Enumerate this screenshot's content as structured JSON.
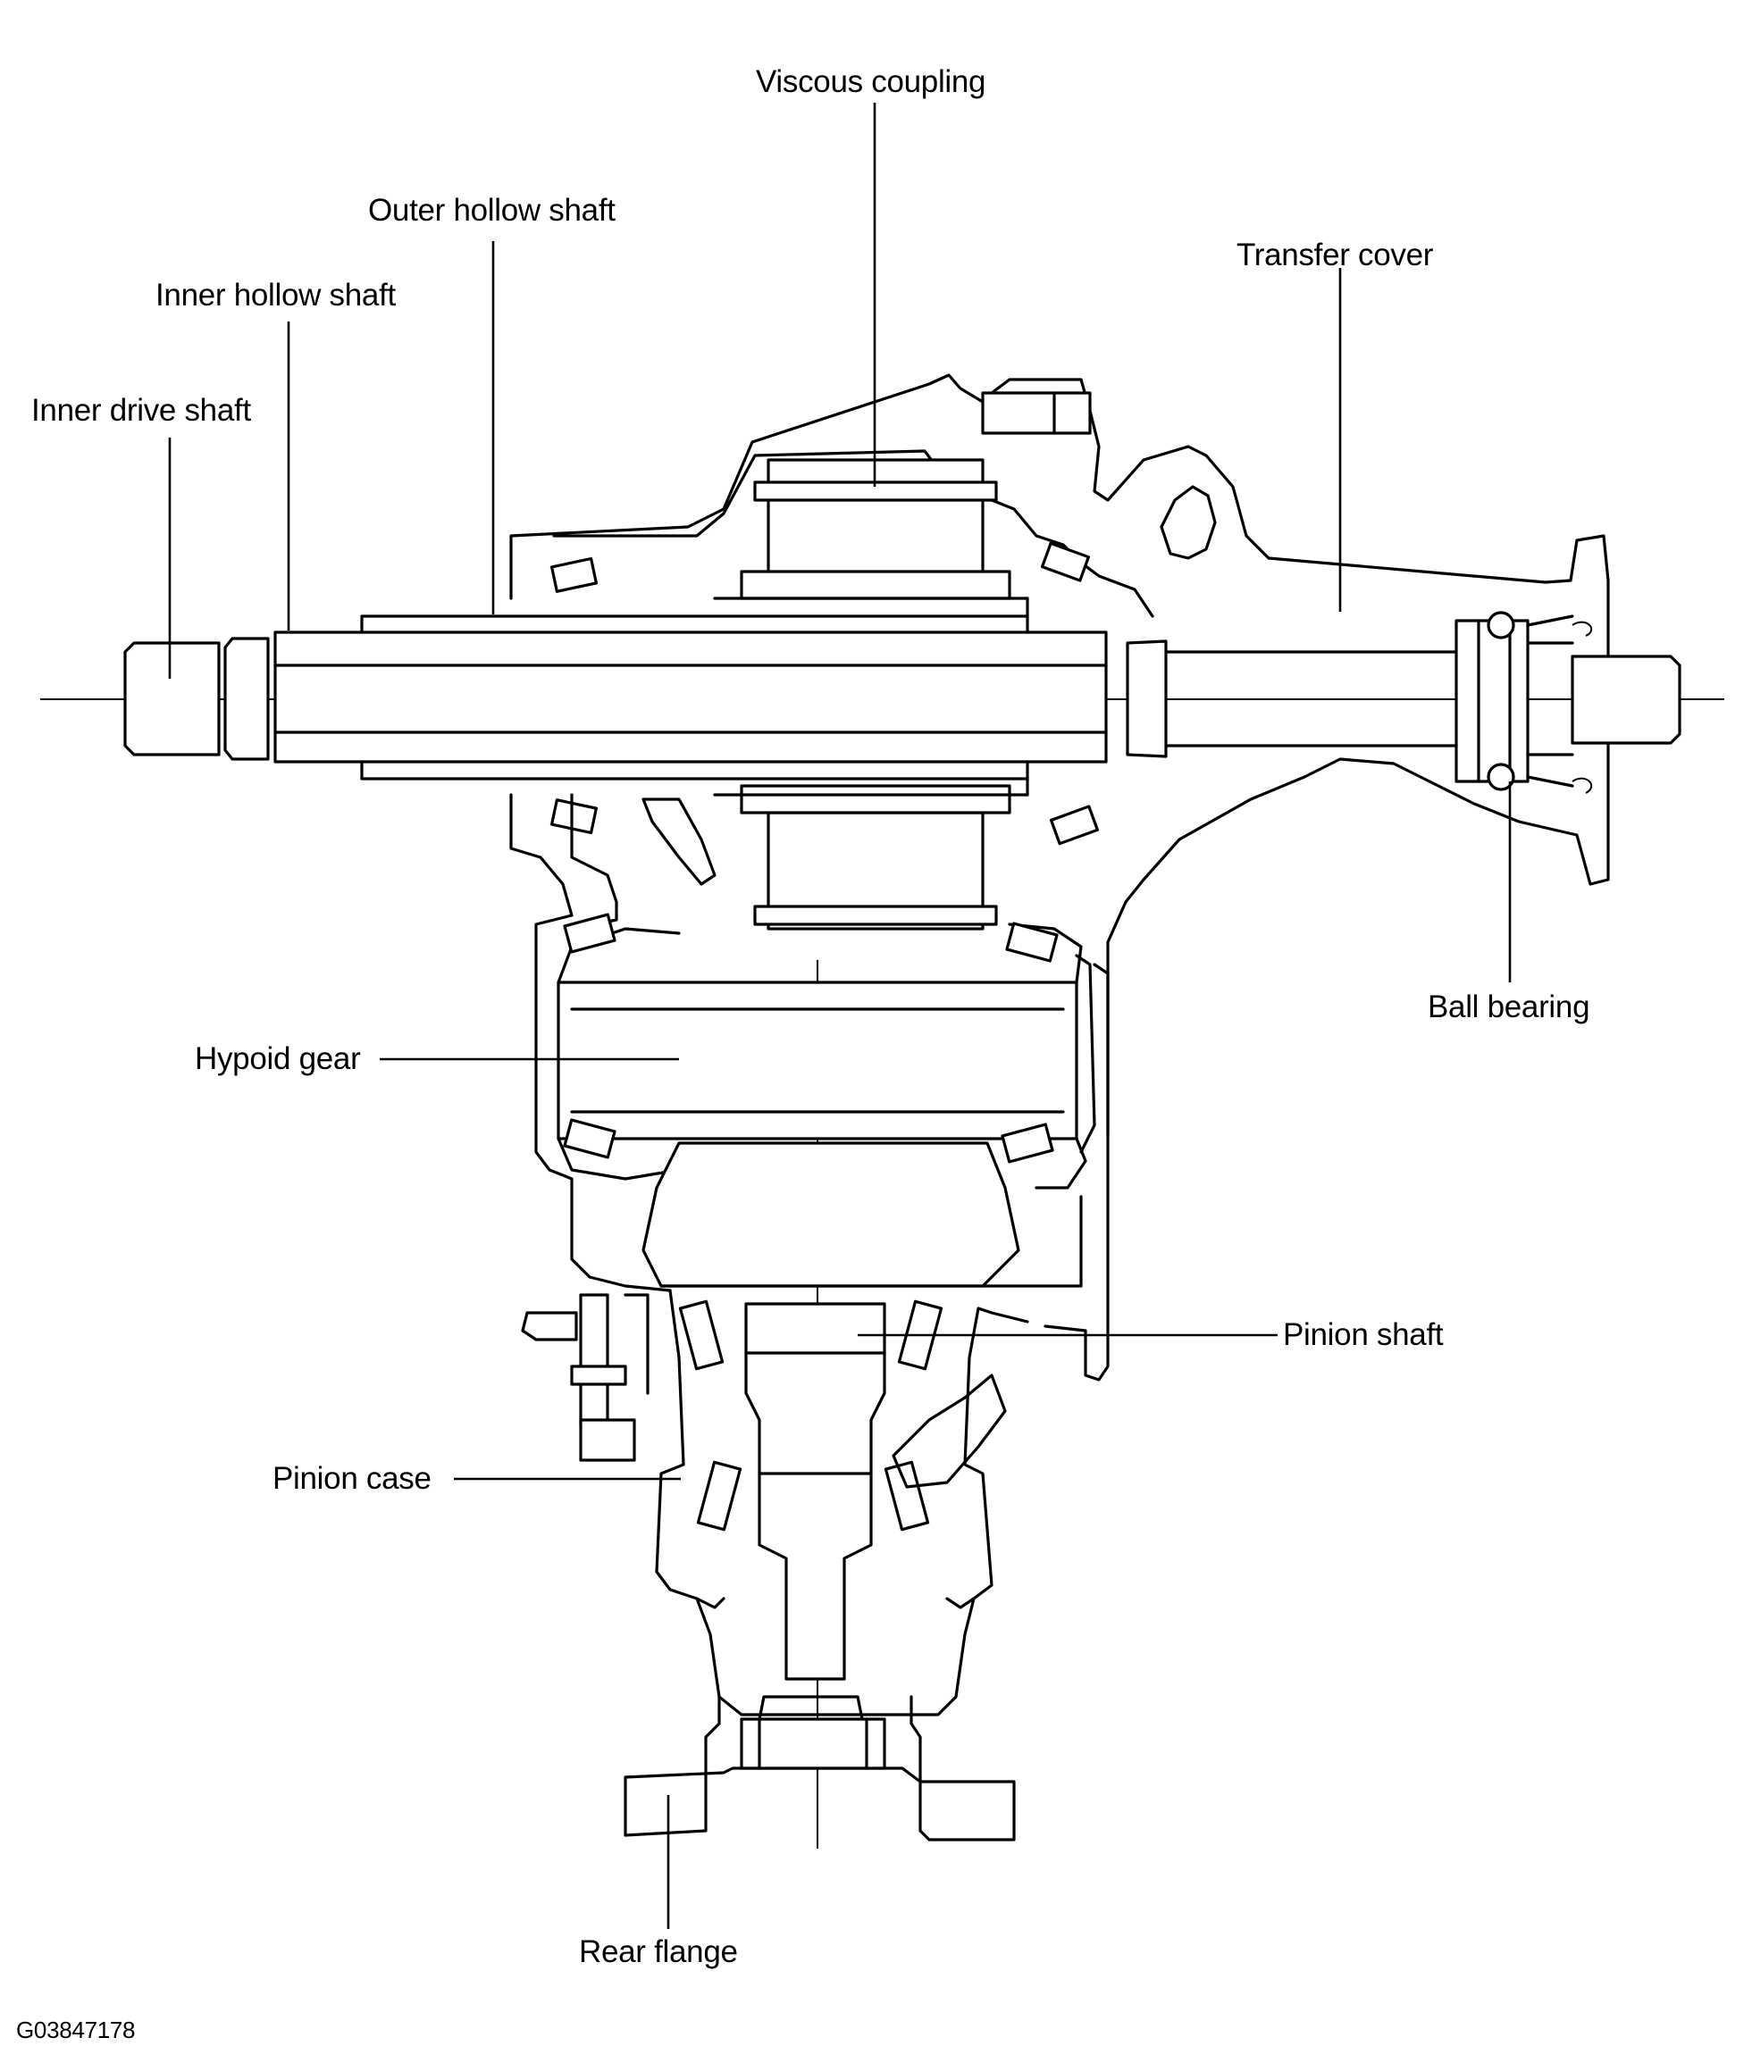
{
  "labels": {
    "viscous_coupling": "Viscous coupling",
    "outer_hollow_shaft": "Outer hollow shaft",
    "transfer_cover": "Transfer cover",
    "inner_hollow_shaft": "Inner hollow shaft",
    "inner_drive_shaft": "Inner drive shaft",
    "ball_bearing": "Ball bearing",
    "hypoid_gear": "Hypoid gear",
    "pinion_shaft": "Pinion shaft",
    "pinion_case": "Pinion case",
    "rear_flange": "Rear flange"
  },
  "figure_code": "G03847178"
}
